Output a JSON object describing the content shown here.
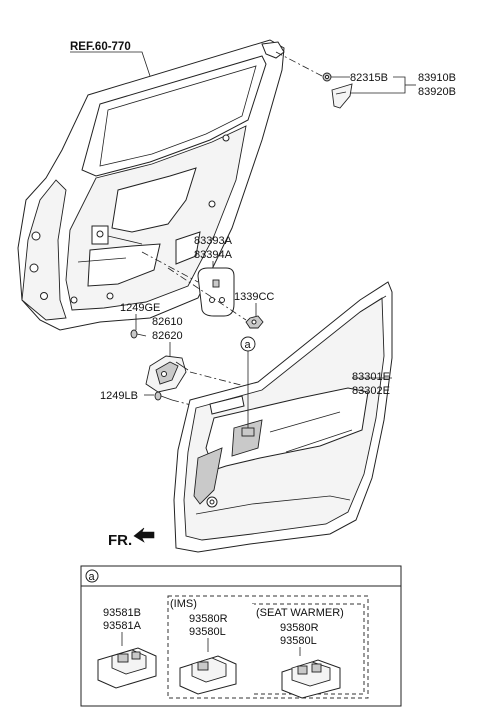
{
  "callouts": {
    "ref": "REF.60-770",
    "p82315B": "82315B",
    "p83910B": "83910B",
    "p83920B": "83920B",
    "p83393A": "83393A",
    "p83394A": "83394A",
    "p1339CC": "1339CC",
    "p1249GE": "1249GE",
    "p82610": "82610",
    "p82620": "82620",
    "p1249LB": "1249LB",
    "p83301E": "83301E",
    "p83302E": "83302E",
    "circle_a": "a",
    "front": "FR."
  },
  "inset": {
    "marker": "a",
    "left_part_a": "93581B",
    "left_part_b": "93581A",
    "ims_title": "(IMS)",
    "ims_part_a": "93580R",
    "ims_part_b": "93580L",
    "warmer_title": "(SEAT WARMER)",
    "warmer_part_a": "93580R",
    "warmer_part_b": "93580L"
  }
}
